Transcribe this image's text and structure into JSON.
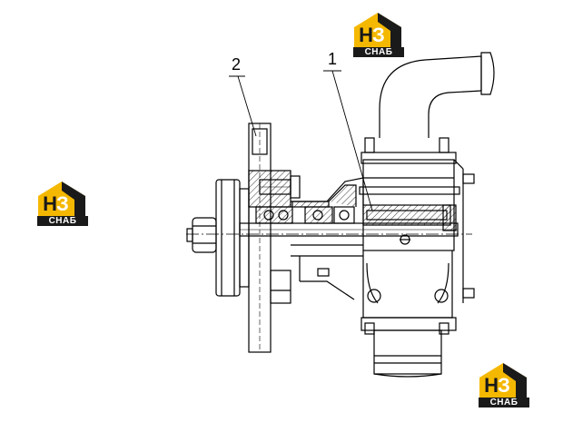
{
  "logo": {
    "letters": "Н",
    "digit": "З",
    "subtitle": "СНАБ",
    "colors": {
      "accent": "#F5B800",
      "dark": "#1A1A1A"
    }
  },
  "callouts": [
    {
      "label": "2"
    },
    {
      "label": "1"
    }
  ]
}
